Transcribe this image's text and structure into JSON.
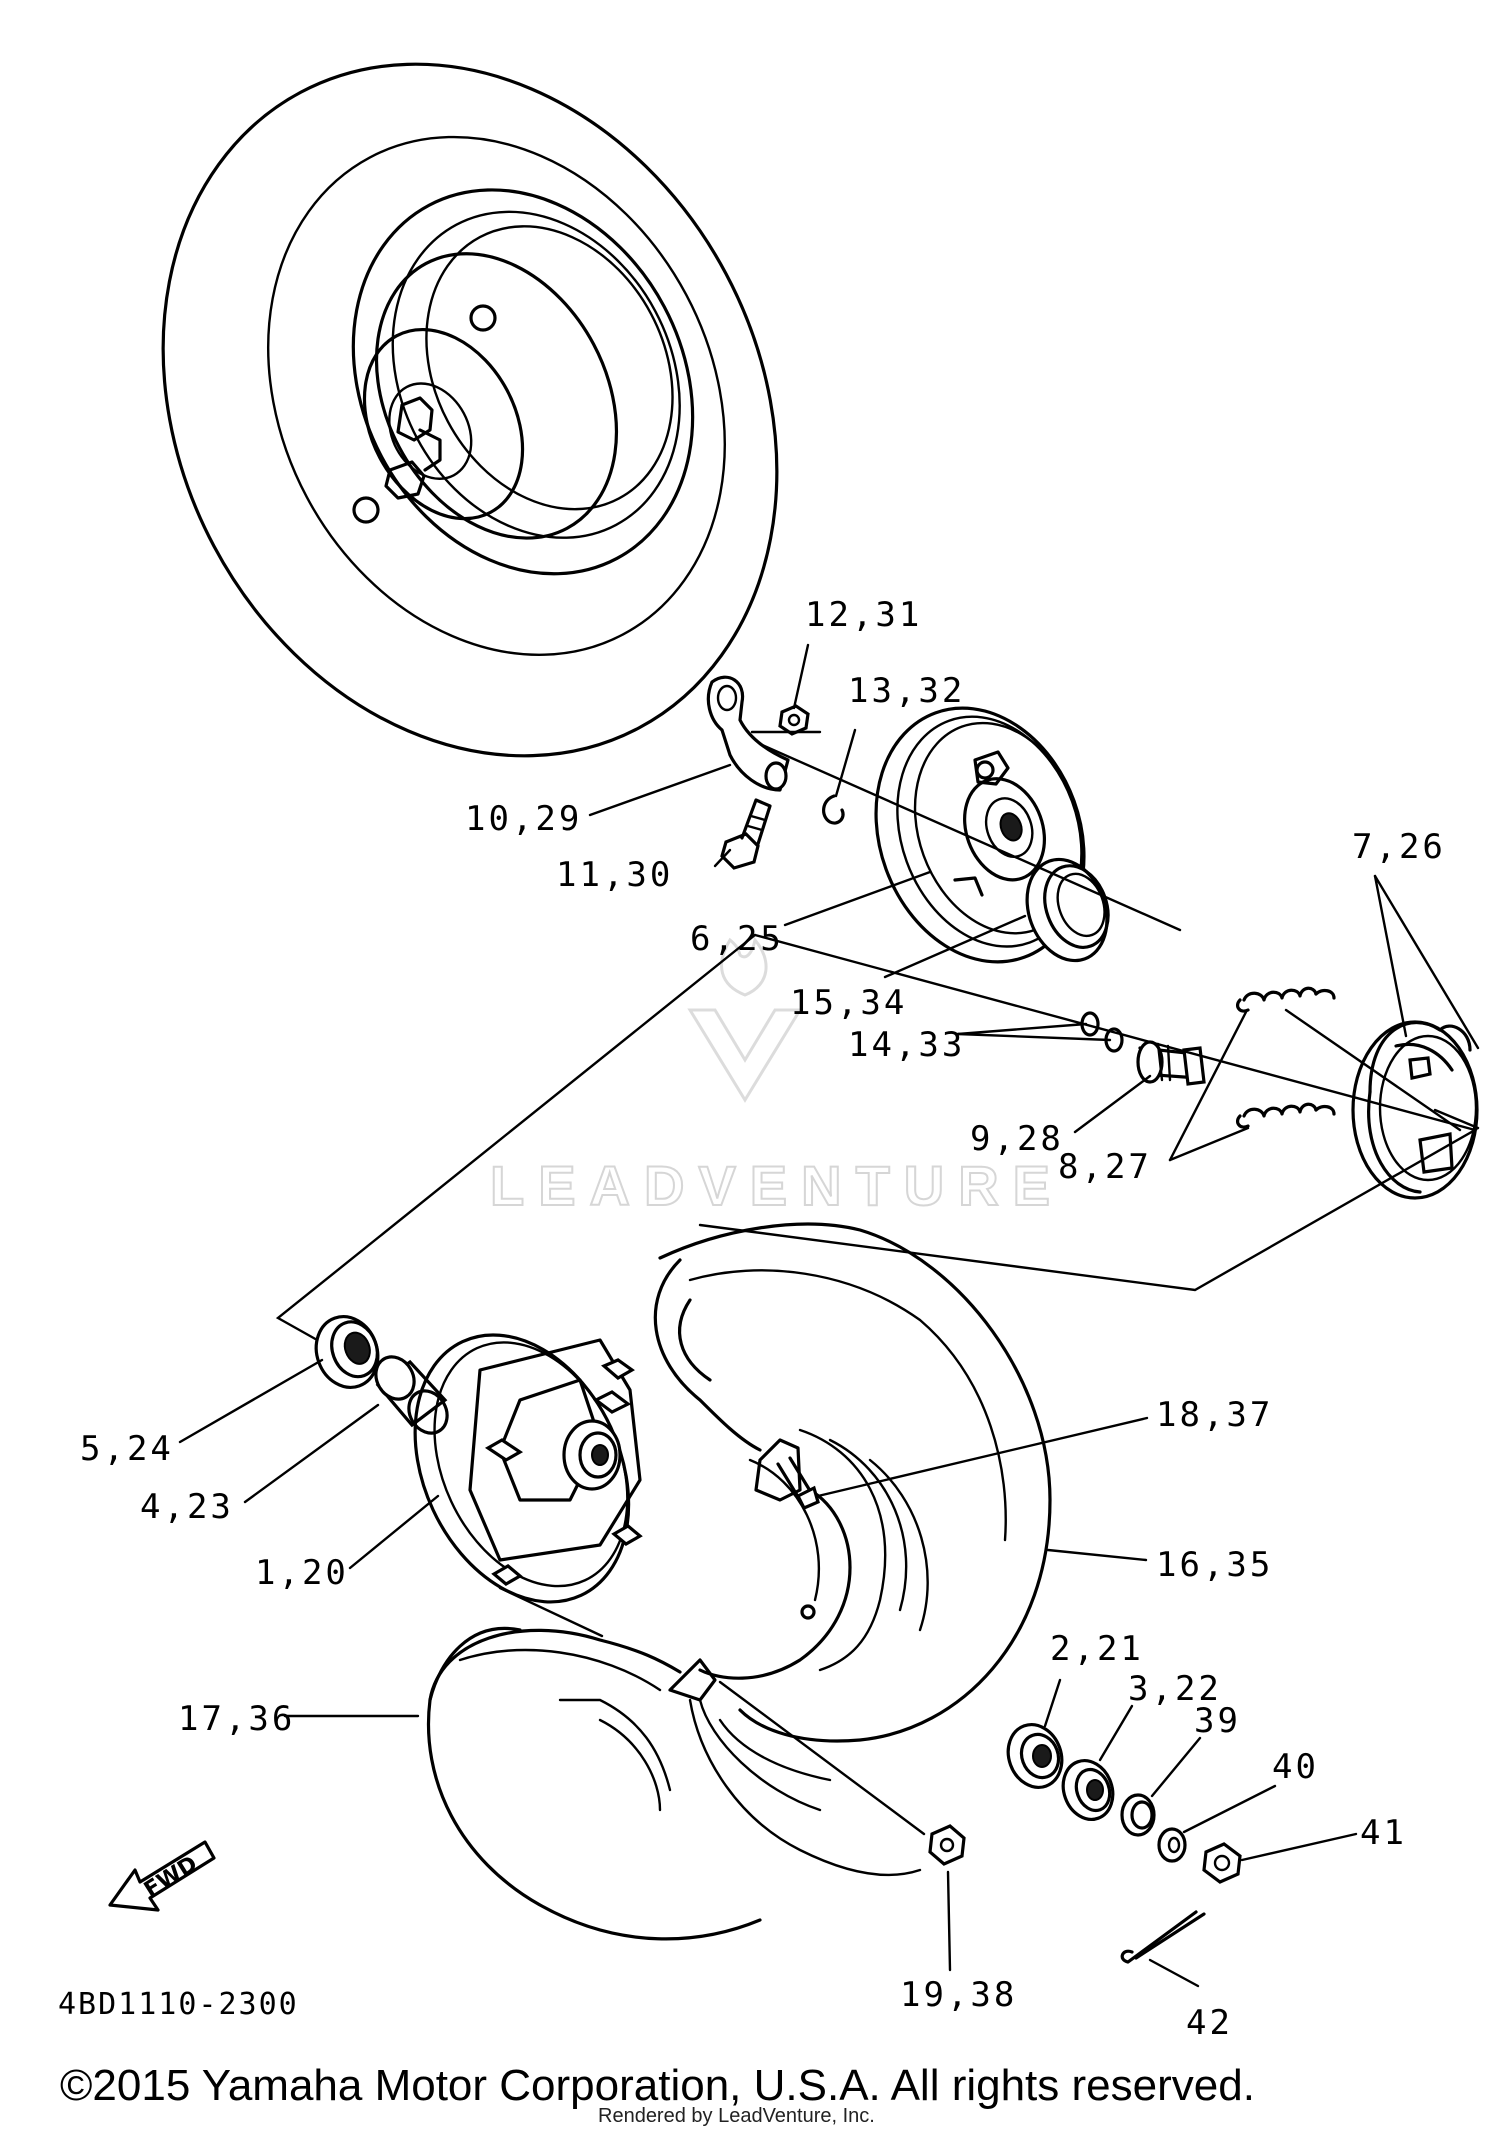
{
  "diagram_code": "4BD1110-2300",
  "direction_label": "FWD",
  "watermark_text": "LEADVENTURE",
  "copyright": "©2015 Yamaha Motor Corporation, U.S.A. All rights reserved.",
  "rendered_by": "Rendered by LeadVenture, Inc.",
  "callouts": [
    {
      "id": "c-12-31",
      "label": "12,31"
    },
    {
      "id": "c-13-32",
      "label": "13,32"
    },
    {
      "id": "c-10-29",
      "label": "10,29"
    },
    {
      "id": "c-11-30",
      "label": "11,30"
    },
    {
      "id": "c-6-25",
      "label": "6,25"
    },
    {
      "id": "c-7-26",
      "label": "7,26"
    },
    {
      "id": "c-15-34",
      "label": "15,34"
    },
    {
      "id": "c-14-33",
      "label": "14,33"
    },
    {
      "id": "c-9-28",
      "label": "9,28"
    },
    {
      "id": "c-8-27",
      "label": "8,27"
    },
    {
      "id": "c-18-37",
      "label": "18,37"
    },
    {
      "id": "c-5-24",
      "label": "5,24"
    },
    {
      "id": "c-4-23",
      "label": "4,23"
    },
    {
      "id": "c-1-20",
      "label": "1,20"
    },
    {
      "id": "c-16-35",
      "label": "16,35"
    },
    {
      "id": "c-2-21",
      "label": "2,21"
    },
    {
      "id": "c-3-22",
      "label": "3,22"
    },
    {
      "id": "c-39",
      "label": "39"
    },
    {
      "id": "c-40",
      "label": "40"
    },
    {
      "id": "c-17-36",
      "label": "17,36"
    },
    {
      "id": "c-41",
      "label": "41"
    },
    {
      "id": "c-19-38",
      "label": "19,38"
    },
    {
      "id": "c-42",
      "label": "42"
    }
  ]
}
